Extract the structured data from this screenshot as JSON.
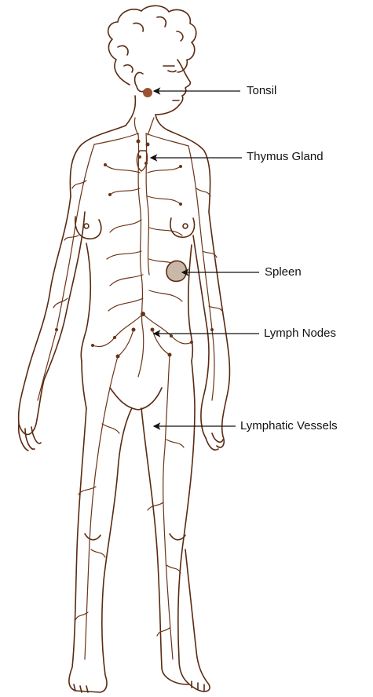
{
  "diagram": {
    "labels": {
      "tonsil": "Tonsil",
      "thymus": "Thymus Gland",
      "spleen": "Spleen",
      "lymph_nodes": "Lymph Nodes",
      "lymphatic_vessels": "Lymphatic Vessels"
    },
    "colors": {
      "outline": "#5a2a12",
      "vessel": "#6b3316",
      "organ": "#9a5232",
      "spleen_fill": "#c9b8a8",
      "arrow": "#111111"
    }
  }
}
